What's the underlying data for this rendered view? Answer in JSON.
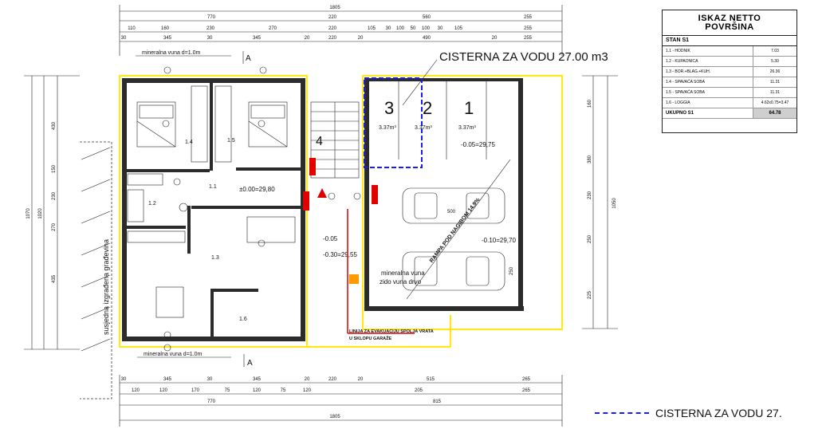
{
  "dimensions": {
    "top_total": "1805",
    "top_row1": [
      "770",
      "220",
      "560",
      "255"
    ],
    "top_row2": [
      "110",
      "160",
      "230",
      "270",
      "220",
      "105",
      "30",
      "100",
      "50",
      "100",
      "30",
      "105",
      "255"
    ],
    "top_row3": [
      "30",
      "345",
      "30",
      "345",
      "20",
      "220",
      "20",
      "490",
      "20",
      "255"
    ],
    "bottom_row1": [
      "30",
      "345",
      "30",
      "345",
      "20",
      "220",
      "20",
      "515",
      "265"
    ],
    "bottom_row2": [
      "120",
      "120",
      "170",
      "75",
      "120",
      "75",
      "120",
      "205",
      "265"
    ],
    "bottom_row3": [
      "770",
      "815"
    ],
    "bottom_total": "1805",
    "left_outer": "1070",
    "left_inner": "1020",
    "left_parts": [
      "430",
      "150",
      "230",
      "270",
      "435"
    ],
    "right_outer": "1050",
    "right_parts": [
      "160",
      "380",
      "230",
      "250",
      "225"
    ]
  },
  "labels": {
    "cistern_title": "CISTERNA ZA VODU 27.00 m3",
    "cistern_legend": "CISTERNA ZA VODU 27.",
    "section_a": "A",
    "mineral_wool_top": "mineralna vuna d=1.0m",
    "mineral_wool_bottom": "mineralna vuna d=1.0m",
    "mineral_wool_mid_1": "mineralna vuna",
    "mineral_wool_mid_2": "zido vuna drvo",
    "side_text": "susjedna izgrađena građevina",
    "ramp_text": "RAMPA POD NAGIBOM 14,9%",
    "fire_text_1": "LINIJA ZA EVAKUACIJU SPOLJA VRATA",
    "fire_text_2": "U SKLOPU GARAŽE",
    "level_ground": "±0.00=29,80",
    "level_1": "-0.05=29,75",
    "level_2": "-0.10=29,70",
    "level_3": "-0.05",
    "level_4": "-0.30=29,55",
    "room_11": "1.1",
    "room_12": "1.2",
    "room_13": "1.3",
    "room_14": "1.4",
    "room_15": "1.5",
    "room_16": "1.6",
    "tank_1": "1",
    "tank_2": "2",
    "tank_3": "3",
    "tank_vol_1": "3.37m³",
    "tank_vol_2": "3.37m³",
    "tank_vol_3": "3.37m³",
    "stair_no": "4",
    "car_len": "500",
    "garage_w": "250"
  },
  "area_table": {
    "title_1": "ISKAZ NETTO",
    "title_2": "POVRŠINA",
    "unit": "STAN S1",
    "rows": [
      {
        "name": "1.1 - HODNIK",
        "value": "7.03"
      },
      {
        "name": "1.2 - KUPAONICA",
        "value": "5.30"
      },
      {
        "name": "1.3 - BOR.+BLAG.+KUH.",
        "value": "26.36"
      },
      {
        "name": "1.4 - SPAVAĆA SOBA",
        "value": "11.31"
      },
      {
        "name": "1.5 - SPAVAĆA SOBA",
        "value": "11.31"
      },
      {
        "name": "1.6 - LOGGIA",
        "value": "4.62x0.75=3.47"
      }
    ],
    "total_name": "UKUPNO S1",
    "total_value": "64.78"
  },
  "colors": {
    "wall": "#2b2b2b",
    "outline": "#ffe81a",
    "cistern": "#1a1aff",
    "fire": "#e00000",
    "note": "#e07000"
  }
}
